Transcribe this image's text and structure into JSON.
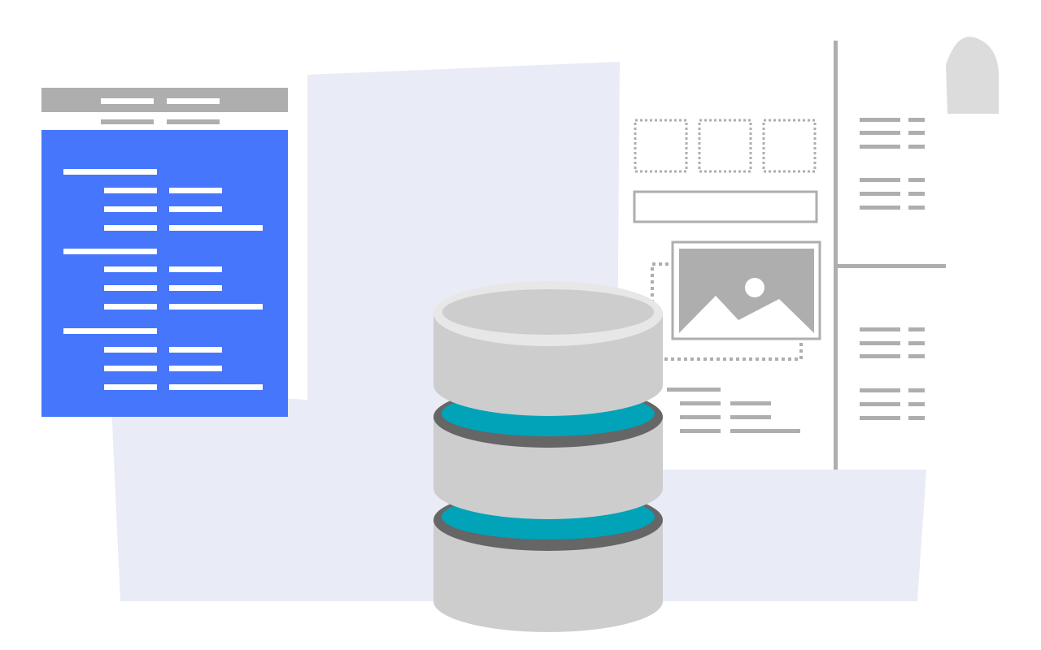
{
  "illustration": {
    "subject": "database-illustration",
    "elements": [
      "background-panel",
      "schema-document",
      "layout-document",
      "database-cylinder"
    ]
  },
  "colors": {
    "background": "#ffffff",
    "backdrop": "#e9ecf7",
    "schema_body": "#4576fc",
    "schema_header": "#aeaeae",
    "line_white": "#ffffff",
    "line_gray": "#aeaeae",
    "document_paper": "#ffffff",
    "document_curl": "#dcdcdc",
    "cylinder_body": "#cdcdcd",
    "cylinder_top": "#e7e7e7",
    "cylinder_band_dark": "#666666",
    "cylinder_band_accent": "#00a3b7"
  },
  "icons": [
    "image-placeholder-icon",
    "database-icon"
  ]
}
